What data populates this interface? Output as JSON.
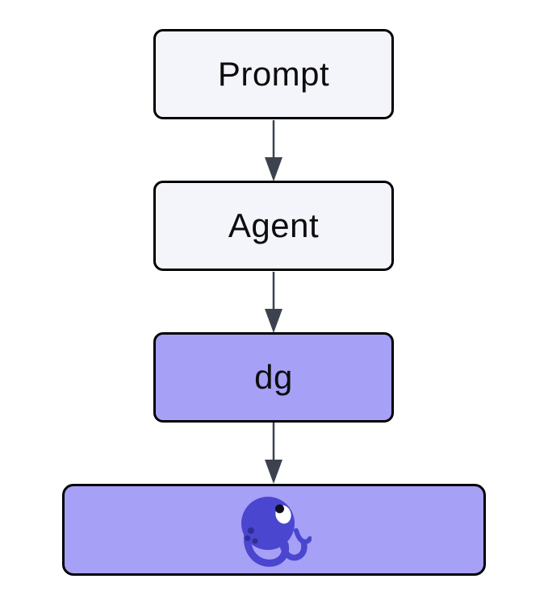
{
  "diagram": {
    "type": "flowchart",
    "direction": "top-down",
    "nodes": [
      {
        "id": "prompt",
        "label": "Prompt",
        "style": "default"
      },
      {
        "id": "agent",
        "label": "Agent",
        "style": "default"
      },
      {
        "id": "dg",
        "label": "dg",
        "style": "highlight"
      },
      {
        "id": "octopus",
        "label": "",
        "icon": "octopus-icon",
        "style": "highlight"
      }
    ],
    "edges": [
      {
        "from": "prompt",
        "to": "agent",
        "arrow": "solid-triangle-down"
      },
      {
        "from": "agent",
        "to": "dg",
        "arrow": "solid-triangle-down"
      },
      {
        "from": "dg",
        "to": "octopus",
        "arrow": "solid-triangle-down"
      }
    ],
    "colors": {
      "background": "#ffffff",
      "node_default_fill": "#f4f4fb",
      "node_highlight_fill": "#a6a0f6",
      "node_border": "#000000",
      "node_text": "#0d0d0d",
      "edge": "#3c434e",
      "icon_body": "#4a46cf",
      "icon_spots": "#312e92",
      "icon_eye": "#ffffff",
      "icon_pupil": "#0e0e20"
    }
  }
}
